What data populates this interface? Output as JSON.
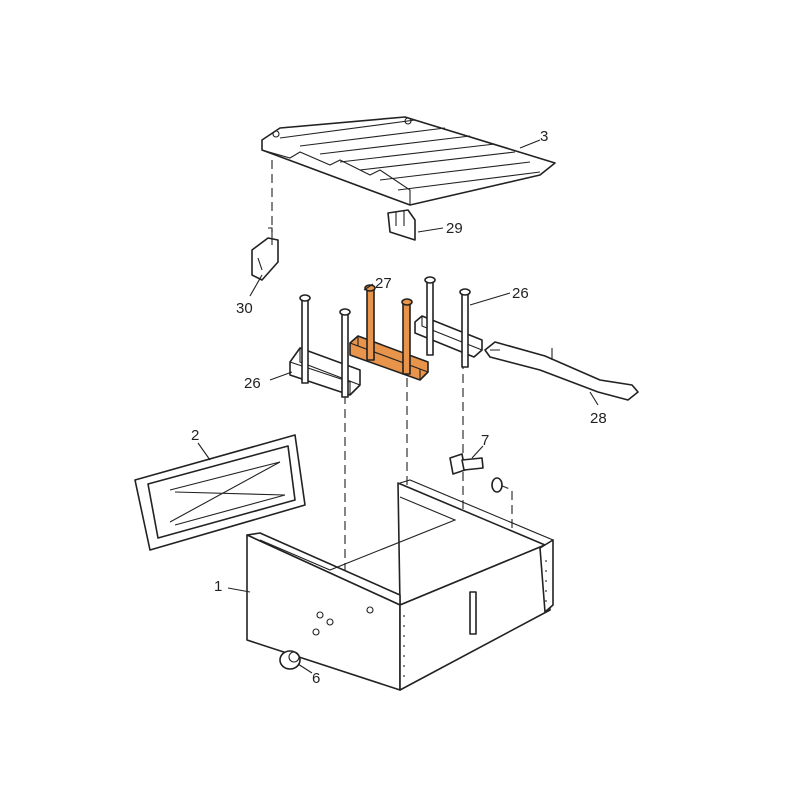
{
  "callouts": {
    "lid": "3",
    "bracket_right": "29",
    "bracket_left": "30",
    "clamp_highlighted": "27",
    "clamp_left": "26",
    "clamp_right": "26",
    "strap": "28",
    "panel": "2",
    "bolt": "7",
    "box": "1",
    "knob": "6"
  },
  "colors": {
    "highlight": "#e8944a",
    "line": "#222222"
  }
}
